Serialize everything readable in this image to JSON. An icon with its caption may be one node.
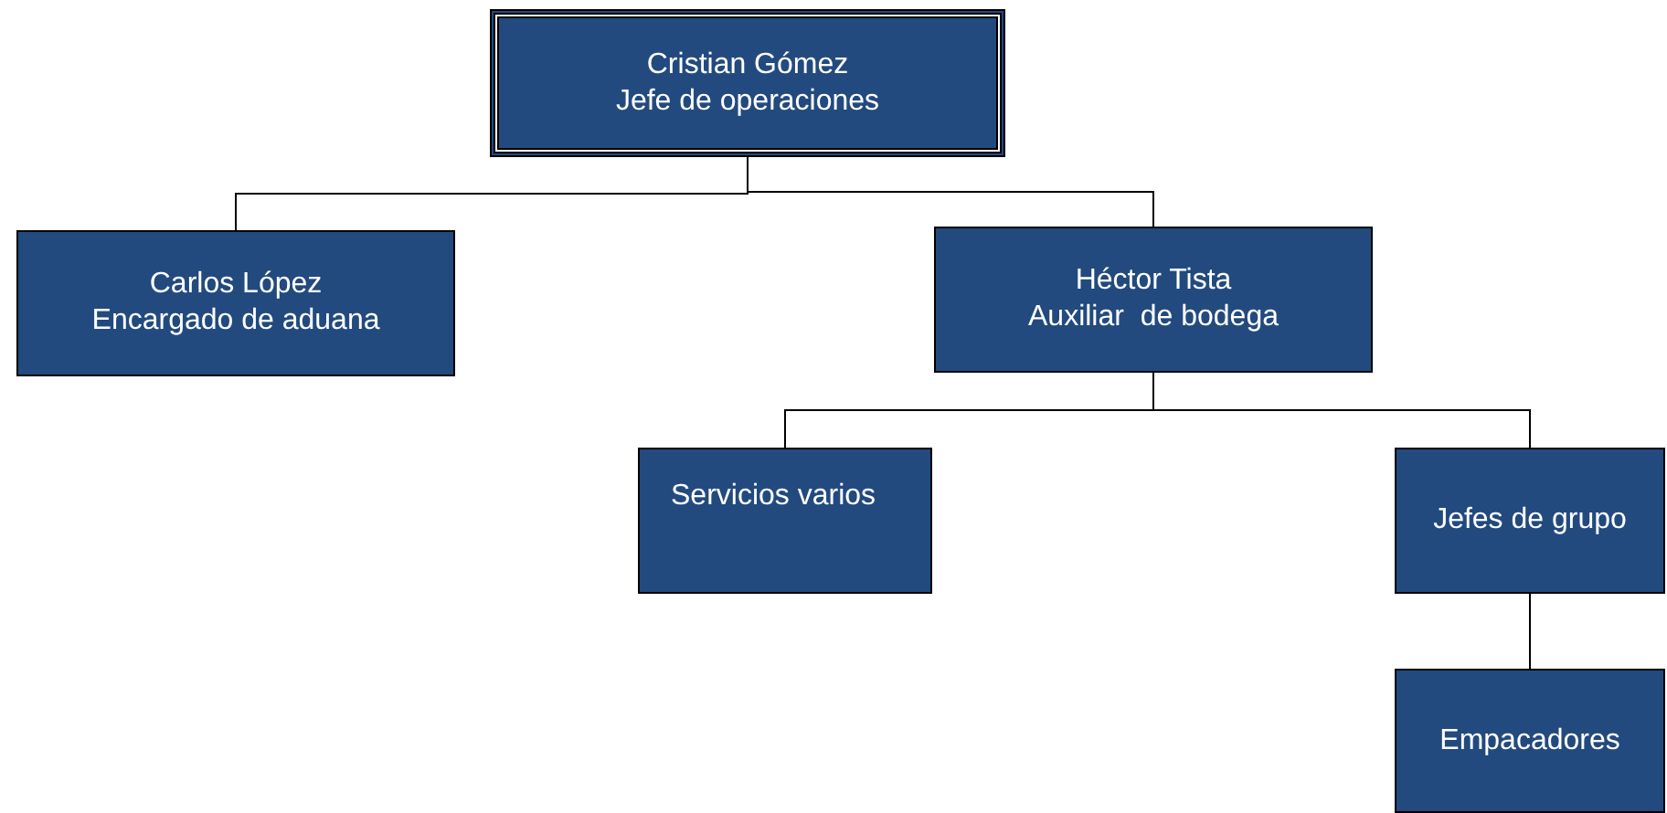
{
  "diagram": {
    "nodes": [
      {
        "text": [
          "Cristian Gómez",
          "Jefe de operaciones"
        ]
      },
      {
        "text": [
          "Carlos López",
          "Encargado de aduana"
        ]
      },
      {
        "text": [
          "Héctor Tista",
          "Auxiliar  de bodega"
        ]
      },
      {
        "text": [
          "Servicios varios"
        ]
      },
      {
        "text": [
          "Jefes de grupo"
        ]
      },
      {
        "text": [
          "Empacadores"
        ]
      }
    ],
    "edges": [
      {
        "from": 0,
        "to": 1,
        "arrow": "none"
      },
      {
        "from": 0,
        "to": 2,
        "arrow": "none"
      },
      {
        "from": 2,
        "to": 3,
        "arrow": "none"
      },
      {
        "from": 2,
        "to": 4,
        "arrow": "none"
      },
      {
        "from": 4,
        "to": 5,
        "arrow": "none"
      }
    ]
  }
}
